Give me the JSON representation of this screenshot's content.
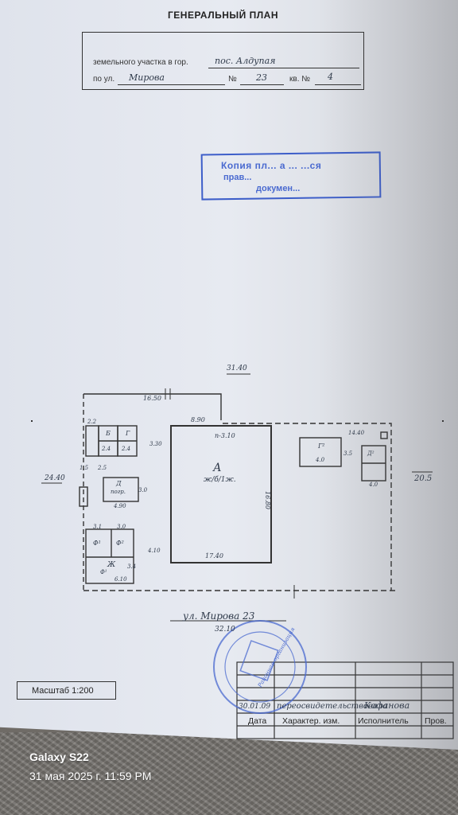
{
  "title_block": {
    "heading": "ГЕНЕРАЛЬНЫЙ ПЛАН",
    "line1_print": "земельного участка в гор.",
    "line1_hand": "пос. Алдупая",
    "line2_prefix": "по ул.",
    "line2_street": "Мирова",
    "line2_num_label": "№",
    "line2_num": "23",
    "line2_kv_label": "кв. №",
    "line2_kv": "4"
  },
  "stamp": {
    "line1": "Копия пл... а ... ...ся",
    "line2": "прав...",
    "line3": "докумен..."
  },
  "plan": {
    "top_width": "31.40",
    "top_partial": "16.50",
    "left_depth": "24.40",
    "right_depth": "20.5",
    "bottom_width": "32.10",
    "main_house_label": "А",
    "main_house_sub": "ж/б/1ж.",
    "main_house_top": "п-3.10",
    "main_house_side": "16.80",
    "main_house_bottom": "17.40",
    "offset_890": "8.90",
    "offset_330": "3.30",
    "offset_410": "4.10",
    "offset_1640": "14.40",
    "street_caption": "ул. Мирова 23",
    "small_labels": [
      "2.2",
      "Б",
      "Г",
      "2.4",
      "2.4",
      "Д",
      "погр.",
      "4.90",
      "2.5",
      "3.0",
      "3.1",
      "3.0",
      "Ф¹",
      "Ф²",
      "Ж",
      "Ф¹",
      "6.10",
      "3.4",
      "Г²",
      "4.0",
      "Д²",
      "4.0",
      "1.5",
      "3.5"
    ]
  },
  "scale": {
    "label": "Масштаб 1:200"
  },
  "signature_table": {
    "date": "30.01.09",
    "role_hand": "переосвидетельствовала",
    "performer_hand": "Кофанова",
    "col_date": "Дата",
    "col_change": "Характер. изм.",
    "col_exec": "Исполнитель",
    "col_check": "Пров."
  },
  "round_stamp": {
    "center": "Районная организация"
  },
  "overlay": {
    "device": "Galaxy S22",
    "timestamp": "31 мая 2025 г. 11:59 PM"
  },
  "colors": {
    "paper": "#e4e7ee",
    "ink": "#333333",
    "stamp_blue": "#3d5ec9",
    "carpet": "#7a7773"
  }
}
